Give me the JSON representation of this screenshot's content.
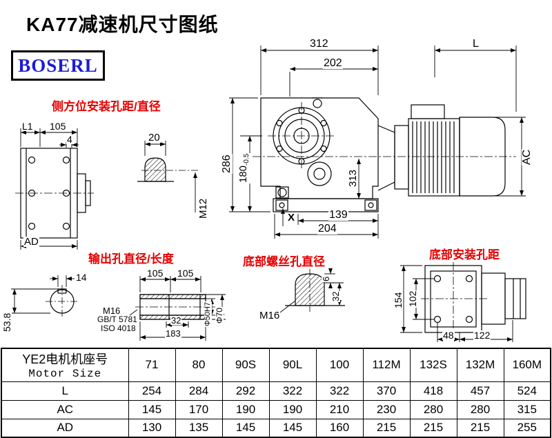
{
  "page": {
    "title": "KA77减速机尺寸图纸",
    "logo": "BOSERL"
  },
  "colors": {
    "red_label": "#e60000",
    "logo_blue": "#1b1bd8",
    "line": "#000000"
  },
  "red_labels": {
    "side_mount": "侧方位安装孔距/直径",
    "output_hole": "输出孔直径/长度",
    "bottom_screw": "底部螺丝孔直径",
    "bottom_mount": "底部安装孔距"
  },
  "dims": {
    "top_width": "312",
    "motor_length": "L",
    "inner_width": "202",
    "total_height": "286",
    "shaft_height": "180",
    "shaft_height_tol": "-0.5",
    "motor_ac": "AC",
    "vert_313": "313",
    "bottom_139": "139",
    "bottom_204": "204",
    "x_mark": "X",
    "side_l1": "L1",
    "side_105": "105",
    "side_4": "4",
    "key_20": "20",
    "key_m12": "M12",
    "side_ad": "AD",
    "shaft_53_8": "53.8",
    "key_14": "14",
    "shaft_105a": "105",
    "shaft_105b": "105",
    "bolt_m16": "M16",
    "bolt_gb": "GB/T 5781",
    "bolt_iso": "ISO 4018",
    "shaft_32": "32",
    "shaft_183": "183",
    "shaft_phi50": "Φ50H7",
    "shaft_phi70": "Φ70",
    "screw_6": "6",
    "screw_32": "32",
    "screw_m16": "M16",
    "base_154": "154",
    "base_102": "102",
    "base_48": "48",
    "base_122": "122"
  },
  "table": {
    "header": {
      "line1": "YE2电机机座号",
      "line2": "Motor Size"
    },
    "motor_sizes": [
      "71",
      "80",
      "90S",
      "90L",
      "100",
      "112M",
      "132S",
      "132M",
      "160M"
    ],
    "rows": [
      {
        "label": "L",
        "values": [
          "254",
          "284",
          "292",
          "322",
          "322",
          "370",
          "418",
          "457",
          "524"
        ]
      },
      {
        "label": "AC",
        "values": [
          "145",
          "170",
          "190",
          "190",
          "210",
          "230",
          "280",
          "280",
          "315"
        ]
      },
      {
        "label": "AD",
        "values": [
          "130",
          "135",
          "145",
          "145",
          "160",
          "215",
          "215",
          "215",
          "255"
        ]
      }
    ]
  }
}
